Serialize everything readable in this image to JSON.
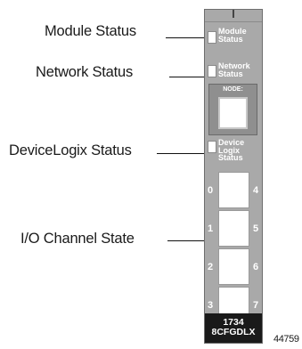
{
  "callouts": {
    "module_status": "Module Status",
    "network_status": "Network Status",
    "devicelogix_status": "DeviceLogix Status",
    "io_channel_state": "I/O Channel State"
  },
  "module": {
    "led_labels": {
      "module": "Module\nStatus",
      "network": "Network\nStatus",
      "devicelogix": "Device\nLogix\nStatus"
    },
    "node_label": "NODE:",
    "channel_numbers_left": [
      "0",
      "1",
      "2",
      "3"
    ],
    "channel_numbers_right": [
      "4",
      "5",
      "6",
      "7"
    ],
    "part_number": {
      "line1": "1734",
      "line2": "8CFGDLX"
    }
  },
  "figure_id": "44759",
  "colors": {
    "module_body": "#a9a9a9",
    "node_box": "#8f8f8f",
    "part_label_bg": "#1a1a1a",
    "led_window": "#ffffff"
  }
}
